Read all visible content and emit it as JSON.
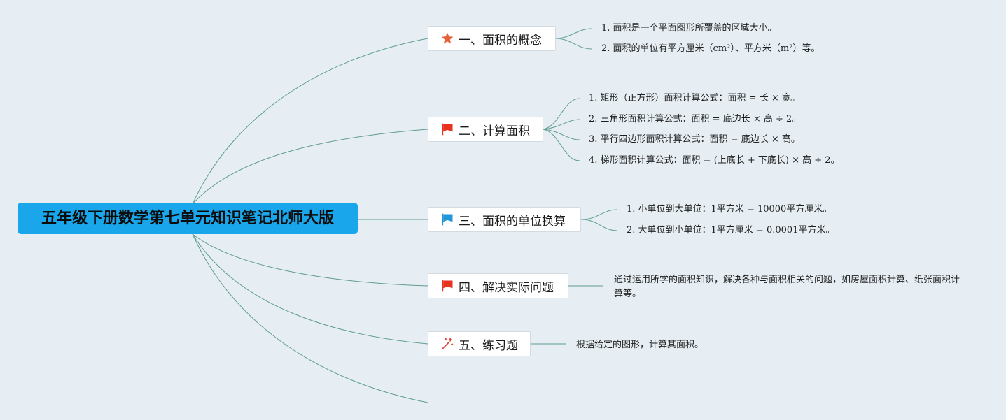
{
  "root": {
    "title": "五年级下册数学第七单元知识笔记北师大版"
  },
  "branches": [
    {
      "label": "一、面积的概念",
      "icon": "star-icon",
      "icon_color": "#e5613a",
      "leaves": [
        "1. 面积是一个平面图形所覆盖的区域大小。",
        "2. 面积的单位有平方厘米（cm²）、平方米（m²）等。"
      ]
    },
    {
      "label": "二、计算面积",
      "icon": "flag-icon",
      "icon_color": "#e8321f",
      "leaves": [
        "1. 矩形（正方形）面积计算公式：面积 = 长 × 宽。",
        "2. 三角形面积计算公式：面积 = 底边长 × 高 ÷ 2。",
        "3. 平行四边形面积计算公式：面积 = 底边长 × 高。",
        "4. 梯形面积计算公式：面积 = (上底长 + 下底长) × 高 ÷ 2。"
      ]
    },
    {
      "label": "三、面积的单位换算",
      "icon": "flag-icon",
      "icon_color": "#2197d8",
      "leaves": [
        "1. 小单位到大单位：1平方米 = 10000平方厘米。",
        "2. 大单位到小单位：1平方厘米 = 0.0001平方米。"
      ]
    },
    {
      "label": "四、解决实际问题",
      "icon": "flag-icon",
      "icon_color": "#e8321f",
      "leaves": [
        "通过运用所学的面积知识，解决各种与面积相关的问题，如房屋面积计算、纸张面积计算等。"
      ]
    },
    {
      "label": "五、练习题",
      "icon": "sparkle-icon",
      "icon_color": "#e0402e",
      "leaves": [
        "根据给定的图形，计算其面积。"
      ]
    }
  ],
  "colors": {
    "background": "#e6eef3",
    "root_fill": "#1aa6ea",
    "connector": "#5f9c93"
  }
}
